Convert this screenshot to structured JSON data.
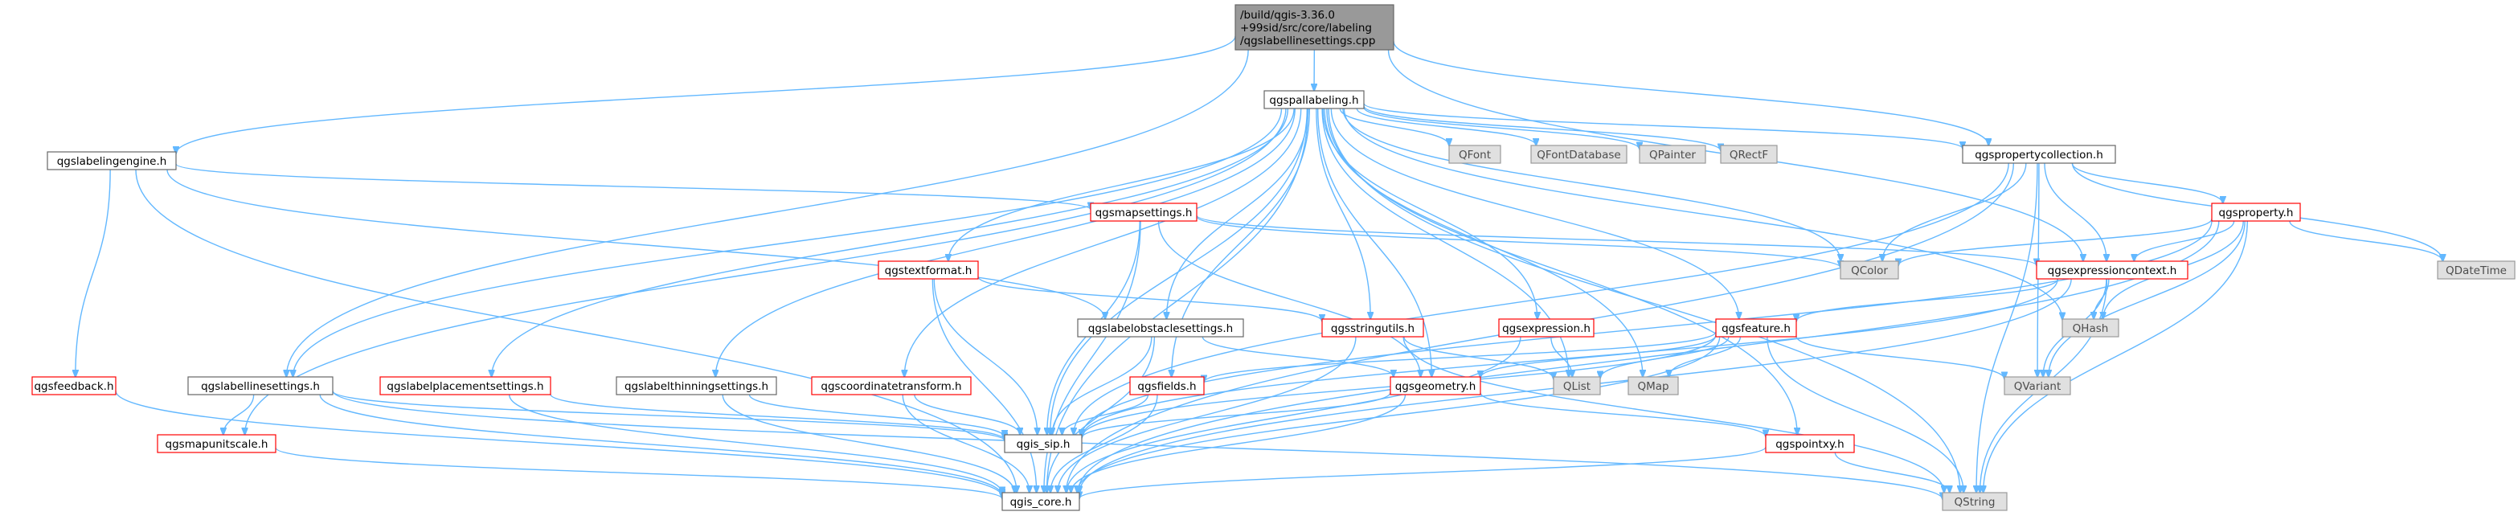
{
  "colors": {
    "edge": "#63b8ff",
    "root_fill": "#999999",
    "root_border": "#666666",
    "normal_fill": "#ffffff",
    "normal_border": "#666666",
    "expandable_border": "#ff0000",
    "external_fill": "#e0e0e0",
    "external_border": "#999999",
    "text": "#000000",
    "external_text": "#4d4d4d"
  },
  "nodes": [
    {
      "id": "root",
      "kind": "root",
      "lines": [
        "/build/qgis-3.36.0",
        "+99sid/src/core/labeling",
        "/qgslabellinesettings.cpp"
      ]
    },
    {
      "id": "qgspallabeling",
      "kind": "normal",
      "lines": [
        "qgspallabeling.h"
      ]
    },
    {
      "id": "qgslabelingengine",
      "kind": "normal",
      "lines": [
        "qgslabelingengine.h"
      ]
    },
    {
      "id": "qgspropertycollection",
      "kind": "normal",
      "lines": [
        "qgspropertycollection.h"
      ]
    },
    {
      "id": "qgsmapsettings",
      "kind": "expandable",
      "lines": [
        "qgsmapsettings.h"
      ]
    },
    {
      "id": "qgsproperty",
      "kind": "expandable",
      "lines": [
        "qgsproperty.h"
      ]
    },
    {
      "id": "qgstextformat",
      "kind": "expandable",
      "lines": [
        "qgstextformat.h"
      ]
    },
    {
      "id": "qgsexpressioncontext",
      "kind": "expandable",
      "lines": [
        "qgsexpressioncontext.h"
      ]
    },
    {
      "id": "qgslabelobstaclesettings",
      "kind": "normal",
      "lines": [
        "qgslabelobstaclesettings.h"
      ]
    },
    {
      "id": "qgsstringutils",
      "kind": "expandable",
      "lines": [
        "qgsstringutils.h"
      ]
    },
    {
      "id": "qgsexpression",
      "kind": "expandable",
      "lines": [
        "qgsexpression.h"
      ]
    },
    {
      "id": "qgsfeature",
      "kind": "expandable",
      "lines": [
        "qgsfeature.h"
      ]
    },
    {
      "id": "qgsfeedback",
      "kind": "expandable",
      "lines": [
        "qgsfeedback.h"
      ]
    },
    {
      "id": "qgslabellinesettings",
      "kind": "normal",
      "lines": [
        "qgslabellinesettings.h"
      ]
    },
    {
      "id": "qgslabelplacementsettings",
      "kind": "expandable",
      "lines": [
        "qgslabelplacementsettings.h"
      ]
    },
    {
      "id": "qgslabelthinningsettings",
      "kind": "normal",
      "lines": [
        "qgslabelthinningsettings.h"
      ]
    },
    {
      "id": "qgscoordinatetransform",
      "kind": "expandable",
      "lines": [
        "qgscoordinatetransform.h"
      ]
    },
    {
      "id": "qgsfields",
      "kind": "expandable",
      "lines": [
        "qgsfields.h"
      ]
    },
    {
      "id": "qgsgeometry",
      "kind": "expandable",
      "lines": [
        "qgsgeometry.h"
      ]
    },
    {
      "id": "qgsmapunitscale",
      "kind": "expandable",
      "lines": [
        "qgsmapunitscale.h"
      ]
    },
    {
      "id": "qgis_sip",
      "kind": "normal",
      "lines": [
        "qgis_sip.h"
      ]
    },
    {
      "id": "qgspointxy",
      "kind": "expandable",
      "lines": [
        "qgspointxy.h"
      ]
    },
    {
      "id": "qgis_core",
      "kind": "normal",
      "lines": [
        "qgis_core.h"
      ]
    },
    {
      "id": "QFont",
      "kind": "external",
      "lines": [
        "QFont"
      ]
    },
    {
      "id": "QFontDatabase",
      "kind": "external",
      "lines": [
        "QFontDatabase"
      ]
    },
    {
      "id": "QPainter",
      "kind": "external",
      "lines": [
        "QPainter"
      ]
    },
    {
      "id": "QRectF",
      "kind": "external",
      "lines": [
        "QRectF"
      ]
    },
    {
      "id": "QColor",
      "kind": "external",
      "lines": [
        "QColor"
      ]
    },
    {
      "id": "QDateTime",
      "kind": "external",
      "lines": [
        "QDateTime"
      ]
    },
    {
      "id": "QHash",
      "kind": "external",
      "lines": [
        "QHash"
      ]
    },
    {
      "id": "QVariant",
      "kind": "external",
      "lines": [
        "QVariant"
      ]
    },
    {
      "id": "QList",
      "kind": "external",
      "lines": [
        "QList"
      ]
    },
    {
      "id": "QMap",
      "kind": "external",
      "lines": [
        "QMap"
      ]
    },
    {
      "id": "QString",
      "kind": "external",
      "lines": [
        "QString"
      ]
    }
  ],
  "edges": [
    [
      "root",
      "qgspallabeling"
    ],
    [
      "root",
      "qgslabelingengine"
    ],
    [
      "root",
      "qgspropertycollection"
    ],
    [
      "root",
      "qgslabellinesettings"
    ],
    [
      "root",
      "qgsexpressioncontext"
    ],
    [
      "qgspallabeling",
      "QFont"
    ],
    [
      "qgspallabeling",
      "QFontDatabase"
    ],
    [
      "qgspallabeling",
      "QPainter"
    ],
    [
      "qgspallabeling",
      "QRectF"
    ],
    [
      "qgspallabeling",
      "qgspropertycollection"
    ],
    [
      "qgspallabeling",
      "QColor"
    ],
    [
      "qgspallabeling",
      "QString"
    ],
    [
      "qgspallabeling",
      "QHash"
    ],
    [
      "qgspallabeling",
      "QMap"
    ],
    [
      "qgspallabeling",
      "QList"
    ],
    [
      "qgspallabeling",
      "qgis_core"
    ],
    [
      "qgspallabeling",
      "qgis_sip"
    ],
    [
      "qgspallabeling",
      "qgstextformat"
    ],
    [
      "qgspallabeling",
      "qgslabelobstaclesettings"
    ],
    [
      "qgspallabeling",
      "qgsstringutils"
    ],
    [
      "qgspallabeling",
      "qgsexpression"
    ],
    [
      "qgspallabeling",
      "qgsfeature"
    ],
    [
      "qgspallabeling",
      "qgsfields"
    ],
    [
      "qgspallabeling",
      "qgsgeometry"
    ],
    [
      "qgspallabeling",
      "qgspointxy"
    ],
    [
      "qgspallabeling",
      "qgslabellinesettings"
    ],
    [
      "qgspallabeling",
      "qgslabelplacementsettings"
    ],
    [
      "qgspallabeling",
      "qgslabelthinningsettings"
    ],
    [
      "qgspallabeling",
      "qgscoordinatetransform"
    ],
    [
      "qgspallabeling",
      "qgsmapunitscale"
    ],
    [
      "qgslabelingengine",
      "qgsmapsettings"
    ],
    [
      "qgslabelingengine",
      "qgsfeedback"
    ],
    [
      "qgslabelingengine",
      "qgslabelobstaclesettings"
    ],
    [
      "qgslabelingengine",
      "qgis_core"
    ],
    [
      "qgspropertycollection",
      "qgsproperty"
    ],
    [
      "qgspropertycollection",
      "QColor"
    ],
    [
      "qgspropertycollection",
      "QDateTime"
    ],
    [
      "qgspropertycollection",
      "QString"
    ],
    [
      "qgspropertycollection",
      "QVariant"
    ],
    [
      "qgspropertycollection",
      "qgsexpressioncontext"
    ],
    [
      "qgspropertycollection",
      "qgis_core"
    ],
    [
      "qgspropertycollection",
      "qgis_sip"
    ],
    [
      "qgsmapsettings",
      "QColor"
    ],
    [
      "qgsmapsettings",
      "qgsexpressioncontext"
    ],
    [
      "qgsmapsettings",
      "qgsgeometry"
    ],
    [
      "qgsmapsettings",
      "qgis_core"
    ],
    [
      "qgsmapsettings",
      "qgis_sip"
    ],
    [
      "qgsproperty",
      "QColor"
    ],
    [
      "qgsproperty",
      "QDateTime"
    ],
    [
      "qgsproperty",
      "qgsexpressioncontext"
    ],
    [
      "qgsproperty",
      "QHash"
    ],
    [
      "qgsproperty",
      "QVariant"
    ],
    [
      "qgsproperty",
      "QString"
    ],
    [
      "qgsproperty",
      "qgis_core"
    ],
    [
      "qgsproperty",
      "qgis_sip"
    ],
    [
      "qgstextformat",
      "qgsstringutils"
    ],
    [
      "qgstextformat",
      "qgis_core"
    ],
    [
      "qgstextformat",
      "qgis_sip"
    ],
    [
      "qgsexpressioncontext",
      "QHash"
    ],
    [
      "qgsexpressioncontext",
      "QVariant"
    ],
    [
      "qgsexpressioncontext",
      "QString"
    ],
    [
      "qgsexpressioncontext",
      "qgsfeature"
    ],
    [
      "qgsexpressioncontext",
      "qgis_core"
    ],
    [
      "qgsexpressioncontext",
      "qgis_sip"
    ],
    [
      "qgslabelobstaclesettings",
      "qgsgeometry"
    ],
    [
      "qgslabelobstaclesettings",
      "qgis_core"
    ],
    [
      "qgslabelobstaclesettings",
      "qgis_sip"
    ],
    [
      "qgsstringutils",
      "QList"
    ],
    [
      "qgsstringutils",
      "qgis_core"
    ],
    [
      "qgsstringutils",
      "QString"
    ],
    [
      "qgsexpression",
      "QList"
    ],
    [
      "qgsexpression",
      "qgis_core"
    ],
    [
      "qgsfeature",
      "qgsfields"
    ],
    [
      "qgsfeature",
      "QList"
    ],
    [
      "qgsfeature",
      "QMap"
    ],
    [
      "qgsfeature",
      "QVariant"
    ],
    [
      "qgsfeature",
      "qgsgeometry"
    ],
    [
      "qgsfeature",
      "QString"
    ],
    [
      "qgsfeature",
      "qgis_core"
    ],
    [
      "qgsfeature",
      "qgis_sip"
    ],
    [
      "qgsfeedback",
      "qgis_core"
    ],
    [
      "qgslabellinesettings",
      "qgsmapunitscale"
    ],
    [
      "qgslabellinesettings",
      "qgis_core"
    ],
    [
      "qgslabellinesettings",
      "qgis_sip"
    ],
    [
      "qgslabellinesettings",
      "QString"
    ],
    [
      "qgslabelplacementsettings",
      "qgis_core"
    ],
    [
      "qgslabelplacementsettings",
      "qgis_sip"
    ],
    [
      "qgslabelthinningsettings",
      "qgis_core"
    ],
    [
      "qgslabelthinningsettings",
      "qgis_sip"
    ],
    [
      "qgscoordinatetransform",
      "qgis_core"
    ],
    [
      "qgscoordinatetransform",
      "qgis_sip"
    ],
    [
      "qgsfields",
      "qgis_core"
    ],
    [
      "qgsfields",
      "qgis_sip"
    ],
    [
      "qgsgeometry",
      "qgspointxy"
    ],
    [
      "qgsgeometry",
      "qgis_core"
    ],
    [
      "qgsgeometry",
      "qgis_sip"
    ],
    [
      "qgsmapunitscale",
      "qgis_core"
    ],
    [
      "qgspointxy",
      "qgis_core"
    ],
    [
      "qgspointxy",
      "QString"
    ]
  ]
}
